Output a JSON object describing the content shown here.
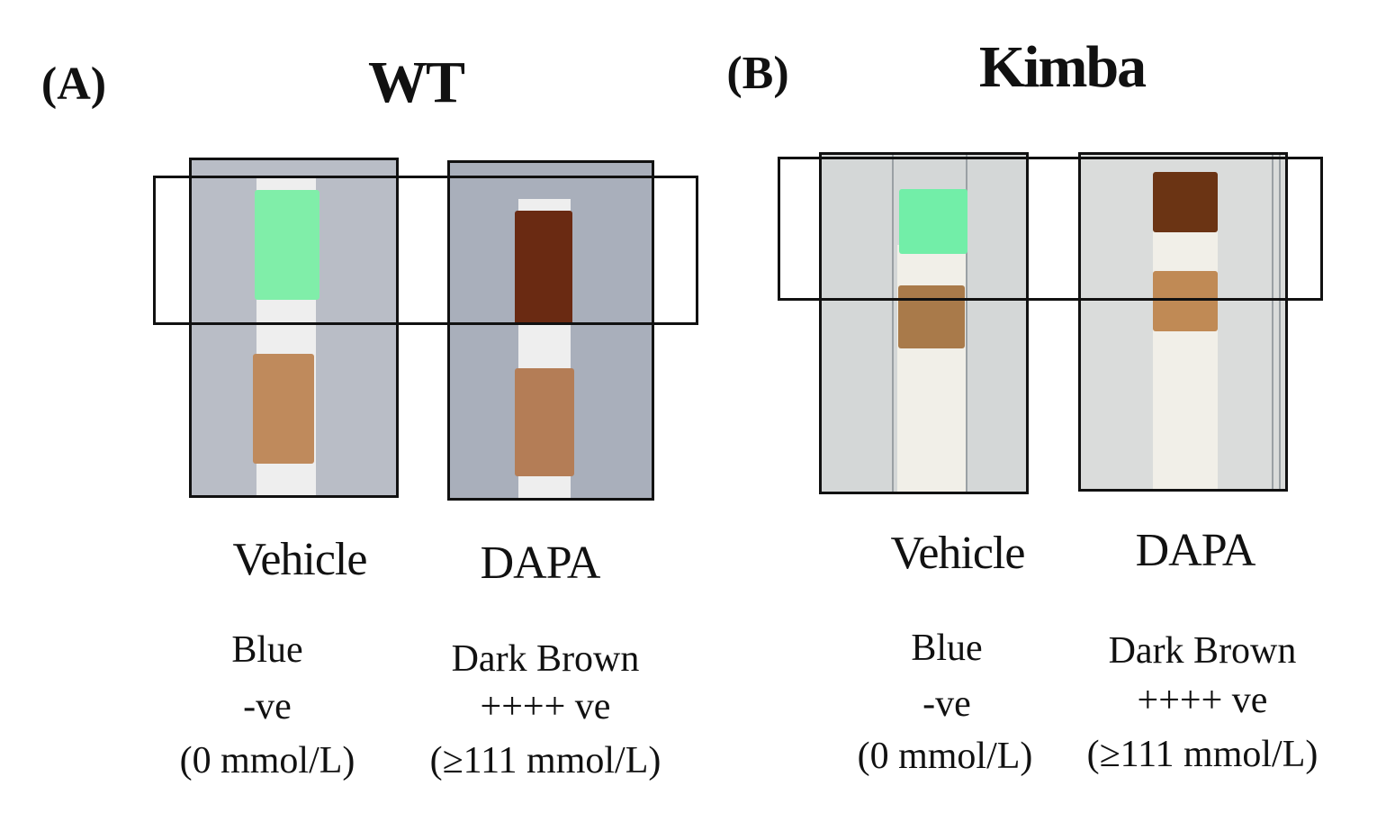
{
  "panels": [
    {
      "label": "(A)",
      "title": "WT",
      "conditions": [
        {
          "name": "Vehicle",
          "color_name": "Blue",
          "result": "-ve",
          "concentration": "(0 mmol/L)",
          "pad_top_color": "#80eea9",
          "pad_bottom_color": "#bf8a5c"
        },
        {
          "name": "DAPA",
          "color_name": "Dark Brown",
          "result": "++++ ve",
          "concentration": "(≥111 mmol/L)",
          "pad_top_color": "#6a2a12",
          "pad_bottom_color": "#b47d56"
        }
      ]
    },
    {
      "label": "(B)",
      "title": "Kimba",
      "conditions": [
        {
          "name": "Vehicle",
          "color_name": "Blue",
          "result": "-ve",
          "concentration": "(0 mmol/L)",
          "pad_top_color": "#72eea8",
          "pad_bottom_color": "#a97a4a"
        },
        {
          "name": "DAPA",
          "color_name": "Dark Brown",
          "result": "++++ ve",
          "concentration": "(≥111 mmol/L)",
          "pad_top_color": "#6b3414",
          "pad_bottom_color": "#c08a55"
        }
      ]
    }
  ]
}
